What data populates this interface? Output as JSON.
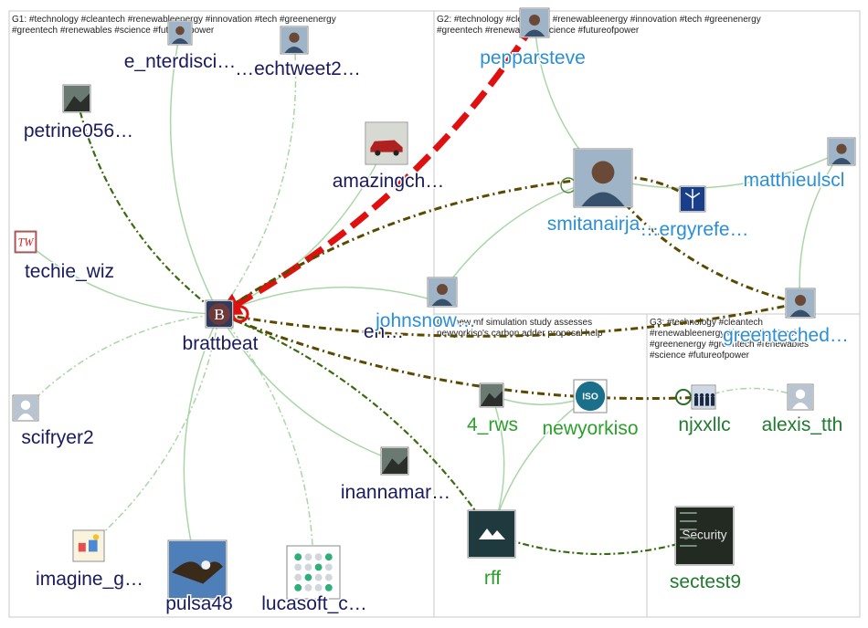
{
  "groups": [
    {
      "id": "G1",
      "lines": [
        "G1: #technology #cleantech #renewableenergy #innovation #tech #greenenergy",
        "#greentech #renewables #science #futureofpower"
      ]
    },
    {
      "id": "G2",
      "lines": [
        "G2: #technology #cleantech #renewableenergy #innovation #tech #greenenergy",
        "#greentech #renewables #science #futureofpower"
      ]
    },
    {
      "id": "G3",
      "lines": [
        "G3: #technology #cleantech",
        "#renewableenergy #innovation #tech",
        "#greenenergy #greentech #renewables",
        "#science #futureofpower"
      ]
    },
    {
      "id": "G4",
      "lines": [
        "G4: new mf simulation study assesses",
        "newyorkiso's carbon adder proposal help"
      ]
    }
  ],
  "colors": {
    "g1_label": "#1a1a5e",
    "g2_label": "#2b8fd6",
    "g3_label": "#1f7a2e",
    "g4_label": "#2aa02a",
    "edge_light": "#a9d6a6",
    "edge_dark": "#5a4a00",
    "edge_green_dark": "#3a6b10",
    "edge_red": "#e01010"
  },
  "nodes": [
    {
      "id": "e_nterdisci",
      "label": "e_nterdisci…",
      "group": "G1",
      "icon": "person-icon"
    },
    {
      "id": "techtweet2",
      "label": "…echtweet2…",
      "group": "G1",
      "icon": "person-icon"
    },
    {
      "id": "petrine056",
      "label": "petrine056…",
      "group": "G1",
      "icon": "photo-icon"
    },
    {
      "id": "amazingch",
      "label": "amazingch…",
      "group": "G1",
      "icon": "car-icon"
    },
    {
      "id": "techie_wiz",
      "label": "techie_wiz",
      "group": "G1",
      "icon": "tw-logo-icon"
    },
    {
      "id": "brattbeat",
      "label": "brattbeat",
      "group": "G1",
      "icon": "b-logo-icon"
    },
    {
      "id": "enviro",
      "label": "en…",
      "group": "G1",
      "icon": "person-icon"
    },
    {
      "id": "scifryer2",
      "label": "scifryer2",
      "group": "G1",
      "icon": "default-avatar-icon"
    },
    {
      "id": "inannamar",
      "label": "inannamar…",
      "group": "G1",
      "icon": "photo-icon"
    },
    {
      "id": "imagine_g",
      "label": "imagine_g…",
      "group": "G1",
      "icon": "drawing-icon"
    },
    {
      "id": "pulsa48",
      "label": "pulsa48",
      "group": "G1",
      "icon": "eagle-icon"
    },
    {
      "id": "lucasoft_c",
      "label": "lucasoft_c…",
      "group": "G1",
      "icon": "dots-logo-icon"
    },
    {
      "id": "pepparsteve",
      "label": "pepparsteve",
      "group": "G2",
      "icon": "person-icon"
    },
    {
      "id": "smitanairja",
      "label": "smitanairja…",
      "group": "G2",
      "icon": "person-icon"
    },
    {
      "id": "energyrefe",
      "label": "…ergyrefe…",
      "group": "G2",
      "icon": "wind-turbine-icon"
    },
    {
      "id": "matthieulscl",
      "label": "matthieulscl",
      "group": "G2",
      "icon": "person-icon"
    },
    {
      "id": "johnsnow",
      "label": "johnsnow…",
      "group": "G2",
      "icon": "person-icon"
    },
    {
      "id": "greenteched",
      "label": "greenteched…",
      "group": "G2",
      "icon": "person-icon"
    },
    {
      "id": "njxxllc",
      "label": "njxxllc",
      "group": "G3",
      "icon": "team-icon"
    },
    {
      "id": "alexis_tth",
      "label": "alexis_tth",
      "group": "G3",
      "icon": "default-avatar-icon"
    },
    {
      "id": "sectest9",
      "label": "sectest9",
      "group": "G3",
      "icon": "security-icon"
    },
    {
      "id": "4_rws",
      "label": "4_rws",
      "group": "G4",
      "icon": "photo-icon"
    },
    {
      "id": "newyorkiso",
      "label": "newyorkiso",
      "group": "G4",
      "icon": "iso-logo-icon"
    },
    {
      "id": "rff",
      "label": "rff",
      "group": "G4",
      "icon": "mountain-logo-icon"
    }
  ],
  "edges": [
    {
      "from": "e_nterdisci",
      "to": "brattbeat",
      "style": "light"
    },
    {
      "from": "techtweet2",
      "to": "brattbeat",
      "style": "light-dash"
    },
    {
      "from": "petrine056",
      "to": "brattbeat",
      "style": "dark-green-dash"
    },
    {
      "from": "amazingch",
      "to": "brattbeat",
      "style": "light"
    },
    {
      "from": "techie_wiz",
      "to": "brattbeat",
      "style": "light"
    },
    {
      "from": "scifryer2",
      "to": "brattbeat",
      "style": "light-dash"
    },
    {
      "from": "imagine_g",
      "to": "brattbeat",
      "style": "light-dash"
    },
    {
      "from": "pulsa48",
      "to": "brattbeat",
      "style": "light"
    },
    {
      "from": "lucasoft_c",
      "to": "brattbeat",
      "style": "light-dash"
    },
    {
      "from": "inannamar",
      "to": "brattbeat",
      "style": "light"
    },
    {
      "from": "enviro",
      "to": "brattbeat",
      "style": "light"
    },
    {
      "from": "pepparsteve",
      "to": "brattbeat",
      "style": "red"
    },
    {
      "from": "smitanairja",
      "to": "brattbeat",
      "style": "dark"
    },
    {
      "from": "greenteched",
      "to": "brattbeat",
      "style": "dark"
    },
    {
      "from": "brattbeat",
      "to": "njxxllc",
      "style": "dark"
    },
    {
      "from": "brattbeat",
      "to": "rff",
      "style": "dark-green-dash"
    },
    {
      "from": "pepparsteve",
      "to": "smitanairja",
      "style": "light"
    },
    {
      "from": "matthieulscl",
      "to": "smitanairja",
      "style": "light"
    },
    {
      "from": "energyrefe",
      "to": "smitanairja",
      "style": "dark"
    },
    {
      "from": "greenteched",
      "to": "smitanairja",
      "style": "dark"
    },
    {
      "from": "matthieulscl",
      "to": "greenteched",
      "style": "light"
    },
    {
      "from": "johnsnow",
      "to": "smitanairja",
      "style": "light"
    },
    {
      "from": "4_rws",
      "to": "newyorkiso",
      "style": "light"
    },
    {
      "from": "4_rws",
      "to": "rff",
      "style": "light"
    },
    {
      "from": "newyorkiso",
      "to": "rff",
      "style": "light"
    },
    {
      "from": "sectest9",
      "to": "rff",
      "style": "dark-green-dash"
    },
    {
      "from": "alexis_tth",
      "to": "njxxllc",
      "style": "light-dash"
    }
  ]
}
